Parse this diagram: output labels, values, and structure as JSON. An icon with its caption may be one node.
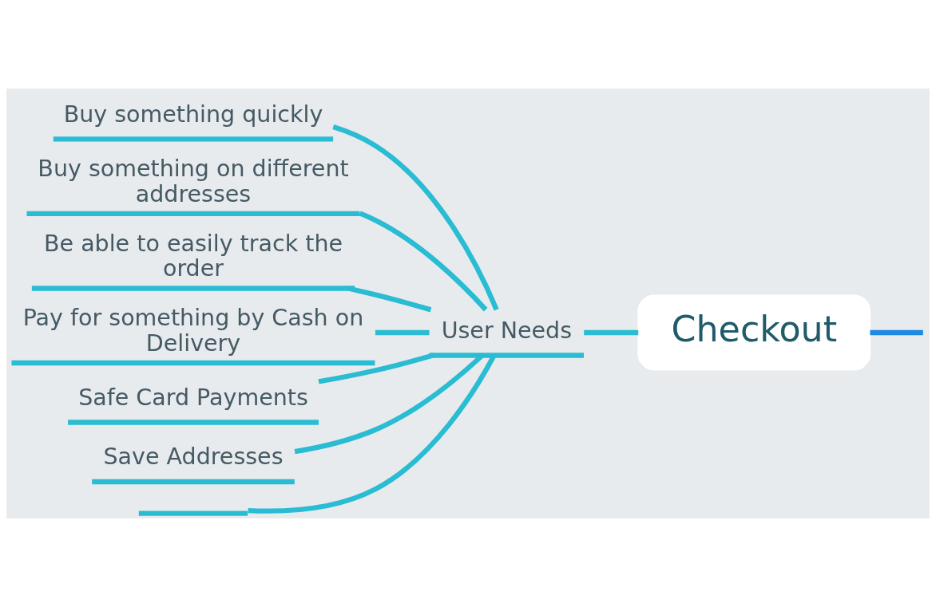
{
  "diagram": {
    "nodes": [
      {
        "text": [
          "Checkout"
        ]
      },
      {
        "text": [
          "User Needs"
        ]
      },
      {
        "text": [
          "Buy something quickly"
        ]
      },
      {
        "text": [
          "Buy something on different addresses"
        ]
      },
      {
        "text": [
          "Be able to easily track the order"
        ]
      },
      {
        "text": [
          "Pay for something by Cash on Delivery"
        ]
      },
      {
        "text": [
          "Safe Card Payments"
        ]
      },
      {
        "text": [
          "Save Addresses"
        ]
      },
      {
        "text": [],
        "shape": "bar"
      }
    ],
    "edges": [
      {
        "from": 0,
        "to": null,
        "arrow": "none",
        "color": "#1e88e5"
      },
      {
        "from": 0,
        "to": 1,
        "arrow": "none"
      },
      {
        "from": 1,
        "to": 2,
        "arrow": "none"
      },
      {
        "from": 1,
        "to": 3,
        "arrow": "none"
      },
      {
        "from": 1,
        "to": 4,
        "arrow": "none"
      },
      {
        "from": 1,
        "to": 5,
        "arrow": "none"
      },
      {
        "from": 1,
        "to": 6,
        "arrow": "none"
      },
      {
        "from": 1,
        "to": 7,
        "arrow": "none"
      },
      {
        "from": 1,
        "to": 8,
        "arrow": "none"
      }
    ]
  }
}
